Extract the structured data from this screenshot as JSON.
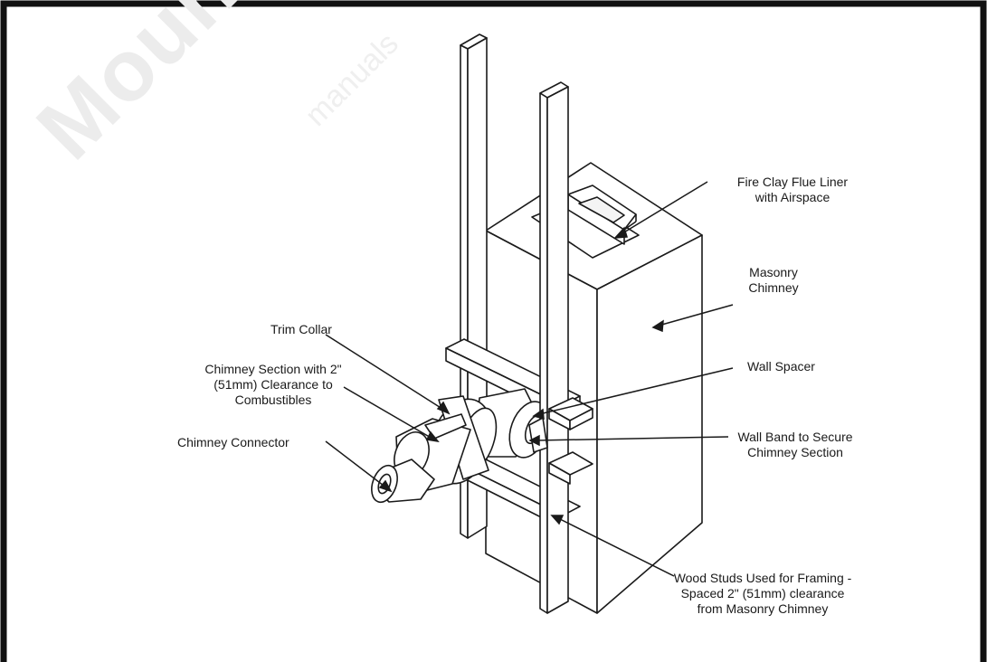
{
  "watermark": {
    "brand": "Mountain",
    "site": "manuals"
  },
  "labels": {
    "flue_liner_1": "Fire Clay Flue Liner",
    "flue_liner_2": "with Airspace",
    "masonry_1": "Masonry",
    "masonry_2": "Chimney",
    "trim_collar": "Trim Collar",
    "chimney_section_1": "Chimney Section with 2\"",
    "chimney_section_2": "(51mm) Clearance to",
    "chimney_section_3": "Combustibles",
    "wall_spacer": "Wall Spacer",
    "chimney_connector": "Chimney Connector",
    "wall_band_1": "Wall Band to Secure",
    "wall_band_2": "Chimney Section",
    "studs_1": "Wood Studs Used for Framing -",
    "studs_2": "Spaced 2\" (51mm) clearance",
    "studs_3": "from Masonry Chimney"
  },
  "colors": {
    "line": "#1a1a1a",
    "border": "#111111",
    "watermark": "#e6e6e6"
  }
}
